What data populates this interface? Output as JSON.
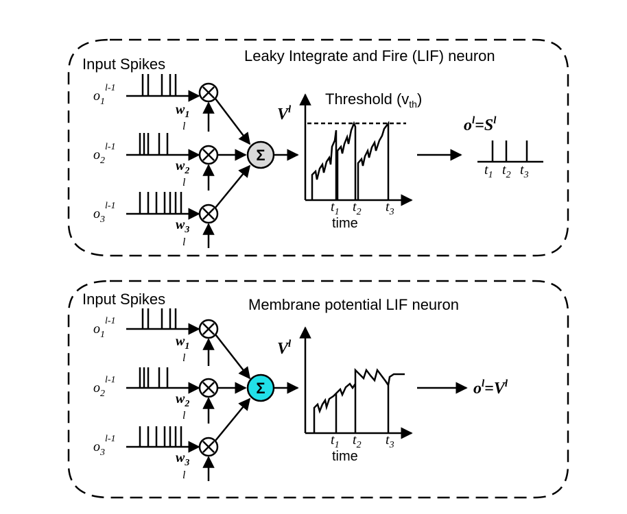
{
  "panels": [
    {
      "title": "Leaky Integrate and Fire (LIF) neuron",
      "input_label": "Input Spikes",
      "inputs": [
        {
          "o": "o",
          "o_sub": "1",
          "o_sup": "l-1",
          "w": "w",
          "w_sub": "1",
          "w_sup": "l"
        },
        {
          "o": "o",
          "o_sub": "2",
          "o_sup": "l-1",
          "w": "w",
          "w_sub": "2",
          "w_sup": "l"
        },
        {
          "o": "o",
          "o_sub": "3",
          "o_sup": "l-1",
          "w": "w",
          "w_sub": "3",
          "w_sup": "l"
        }
      ],
      "sum_symbol": "Σ",
      "sum_fill": "#d9d9d9",
      "graph": {
        "v_label": "V",
        "v_sup": "l",
        "threshold_label": "Threshold (v",
        "threshold_sub": "th",
        "threshold_close": ")",
        "ticks": [
          {
            "t": "t",
            "sub": "1"
          },
          {
            "t": "t",
            "sub": "2"
          },
          {
            "t": "t",
            "sub": "3"
          }
        ],
        "time_label": "time"
      },
      "output": {
        "lhs": "o",
        "lhs_sup": "l",
        "eq": "=",
        "rhs": "S",
        "rhs_sup": "l",
        "ticks": [
          {
            "t": "t",
            "sub": "1"
          },
          {
            "t": "t",
            "sub": "2"
          },
          {
            "t": "t",
            "sub": "3"
          }
        ]
      }
    },
    {
      "title": "Membrane potential LIF neuron",
      "input_label": "Input Spikes",
      "inputs": [
        {
          "o": "o",
          "o_sub": "1",
          "o_sup": "l-1",
          "w": "w",
          "w_sub": "1",
          "w_sup": "l"
        },
        {
          "o": "o",
          "o_sub": "2",
          "o_sup": "l-1",
          "w": "w",
          "w_sub": "2",
          "w_sup": "l"
        },
        {
          "o": "o",
          "o_sub": "3",
          "o_sup": "l-1",
          "w": "w",
          "w_sub": "3",
          "w_sup": "l"
        }
      ],
      "sum_symbol": "Σ",
      "sum_fill": "#22e0e8",
      "graph": {
        "v_label": "V",
        "v_sup": "l",
        "ticks": [
          {
            "t": "t",
            "sub": "1"
          },
          {
            "t": "t",
            "sub": "2"
          },
          {
            "t": "t",
            "sub": "3"
          }
        ],
        "time_label": "time"
      },
      "output": {
        "lhs": "o",
        "lhs_sup": "l",
        "eq": "=",
        "rhs": "V",
        "rhs_sup": "l"
      }
    }
  ]
}
